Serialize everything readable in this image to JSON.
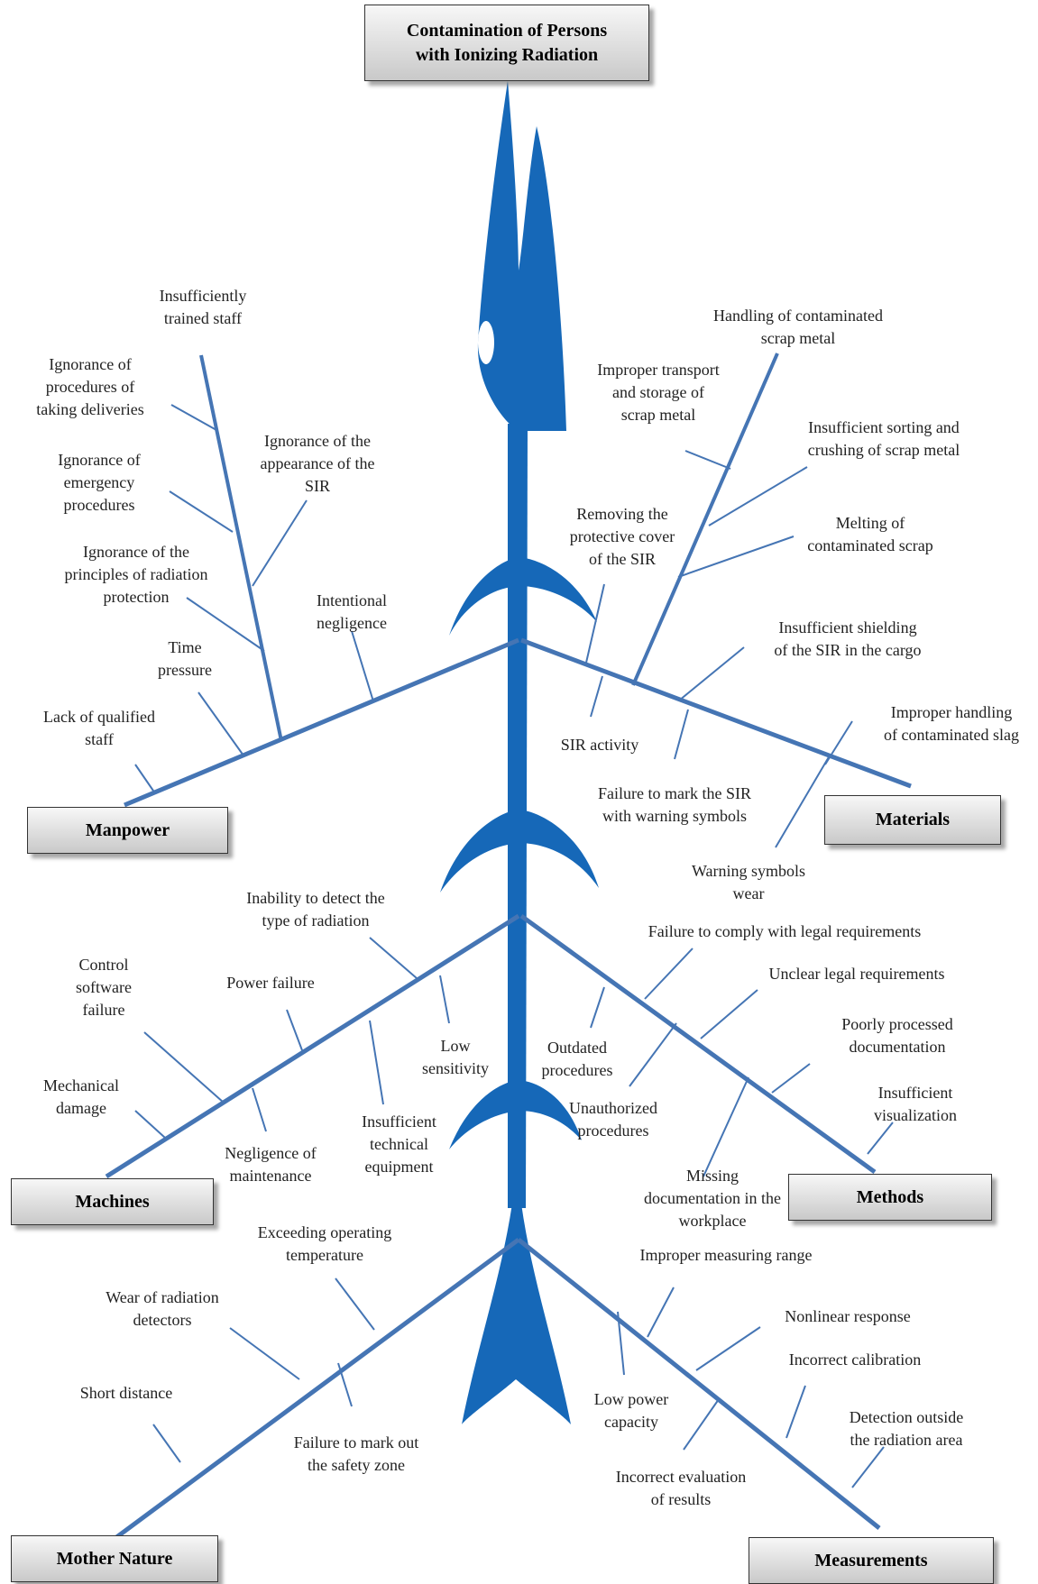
{
  "head": "Contamination of Persons\nwith Ionizing Radiation",
  "categories": {
    "manpower": "Manpower",
    "materials": "Materials",
    "machines": "Machines",
    "methods": "Methods",
    "nature": "Mother Nature",
    "measurements": "Measurements"
  },
  "causes": {
    "insufficiently_trained": "Insufficiently\ntrained staff",
    "ignorance_deliveries": "Ignorance of\nprocedures of\ntaking deliveries",
    "ignorance_emergency": "Ignorance of\nemergency\nprocedures",
    "ignorance_principles": "Ignorance of the\nprinciples of radiation\nprotection",
    "ignorance_appearance": "Ignorance of the\nappearance of the\nSIR",
    "intentional_negligence": "Intentional\nnegligence",
    "time_pressure": "Time\npressure",
    "lack_qualified": "Lack of qualified\nstaff",
    "handling_scrap": "Handling of contaminated\nscrap metal",
    "improper_transport": "Improper transport\nand storage of\nscrap metal",
    "insufficient_sorting": "Insufficient sorting and\ncrushing of scrap metal",
    "removing_cover": "Removing the\nprotective cover\nof the SIR",
    "melting": "Melting of\ncontaminated scrap",
    "insufficient_shielding": "Insufficient shielding\nof the SIR in the cargo",
    "sir_activity": "SIR activity",
    "improper_slag": "Improper handling\nof contaminated slag",
    "failure_mark_sir": "Failure to mark the SIR\nwith warning symbols",
    "warning_wear": "Warning symbols\nwear",
    "inability_detect": "Inability to detect the\ntype of radiation",
    "control_software": "Control\nsoftware\nfailure",
    "power_failure": "Power failure",
    "low_sensitivity": "Low\nsensitivity",
    "mechanical_damage": "Mechanical\ndamage",
    "insufficient_equipment": "Insufficient\ntechnical\nequipment",
    "negligence_maintenance": "Negligence of\nmaintenance",
    "failure_legal": "Failure to comply with legal requirements",
    "unclear_legal": "Unclear legal requirements",
    "outdated": "Outdated\nprocedures",
    "poorly_processed": "Poorly processed\ndocumentation",
    "unauthorized": "Unauthorized\nprocedures",
    "insufficient_visualization": "Insufficient\nvisualization",
    "missing_documentation": "Missing\ndocumentation in the\nworkplace",
    "exceeding_temp": "Exceeding operating\ntemperature",
    "wear_detectors": "Wear of radiation\ndetectors",
    "short_distance": "Short distance",
    "failure_safety_zone": "Failure to mark out\nthe safety zone",
    "improper_range": "Improper measuring range",
    "nonlinear": "Nonlinear response",
    "incorrect_calibration": "Incorrect calibration",
    "low_power": "Low power\ncapacity",
    "detection_outside": "Detection outside\nthe radiation area",
    "incorrect_evaluation": "Incorrect evaluation\nof results"
  },
  "colors": {
    "fish": "#1668b8",
    "bones": "#4575b4"
  }
}
